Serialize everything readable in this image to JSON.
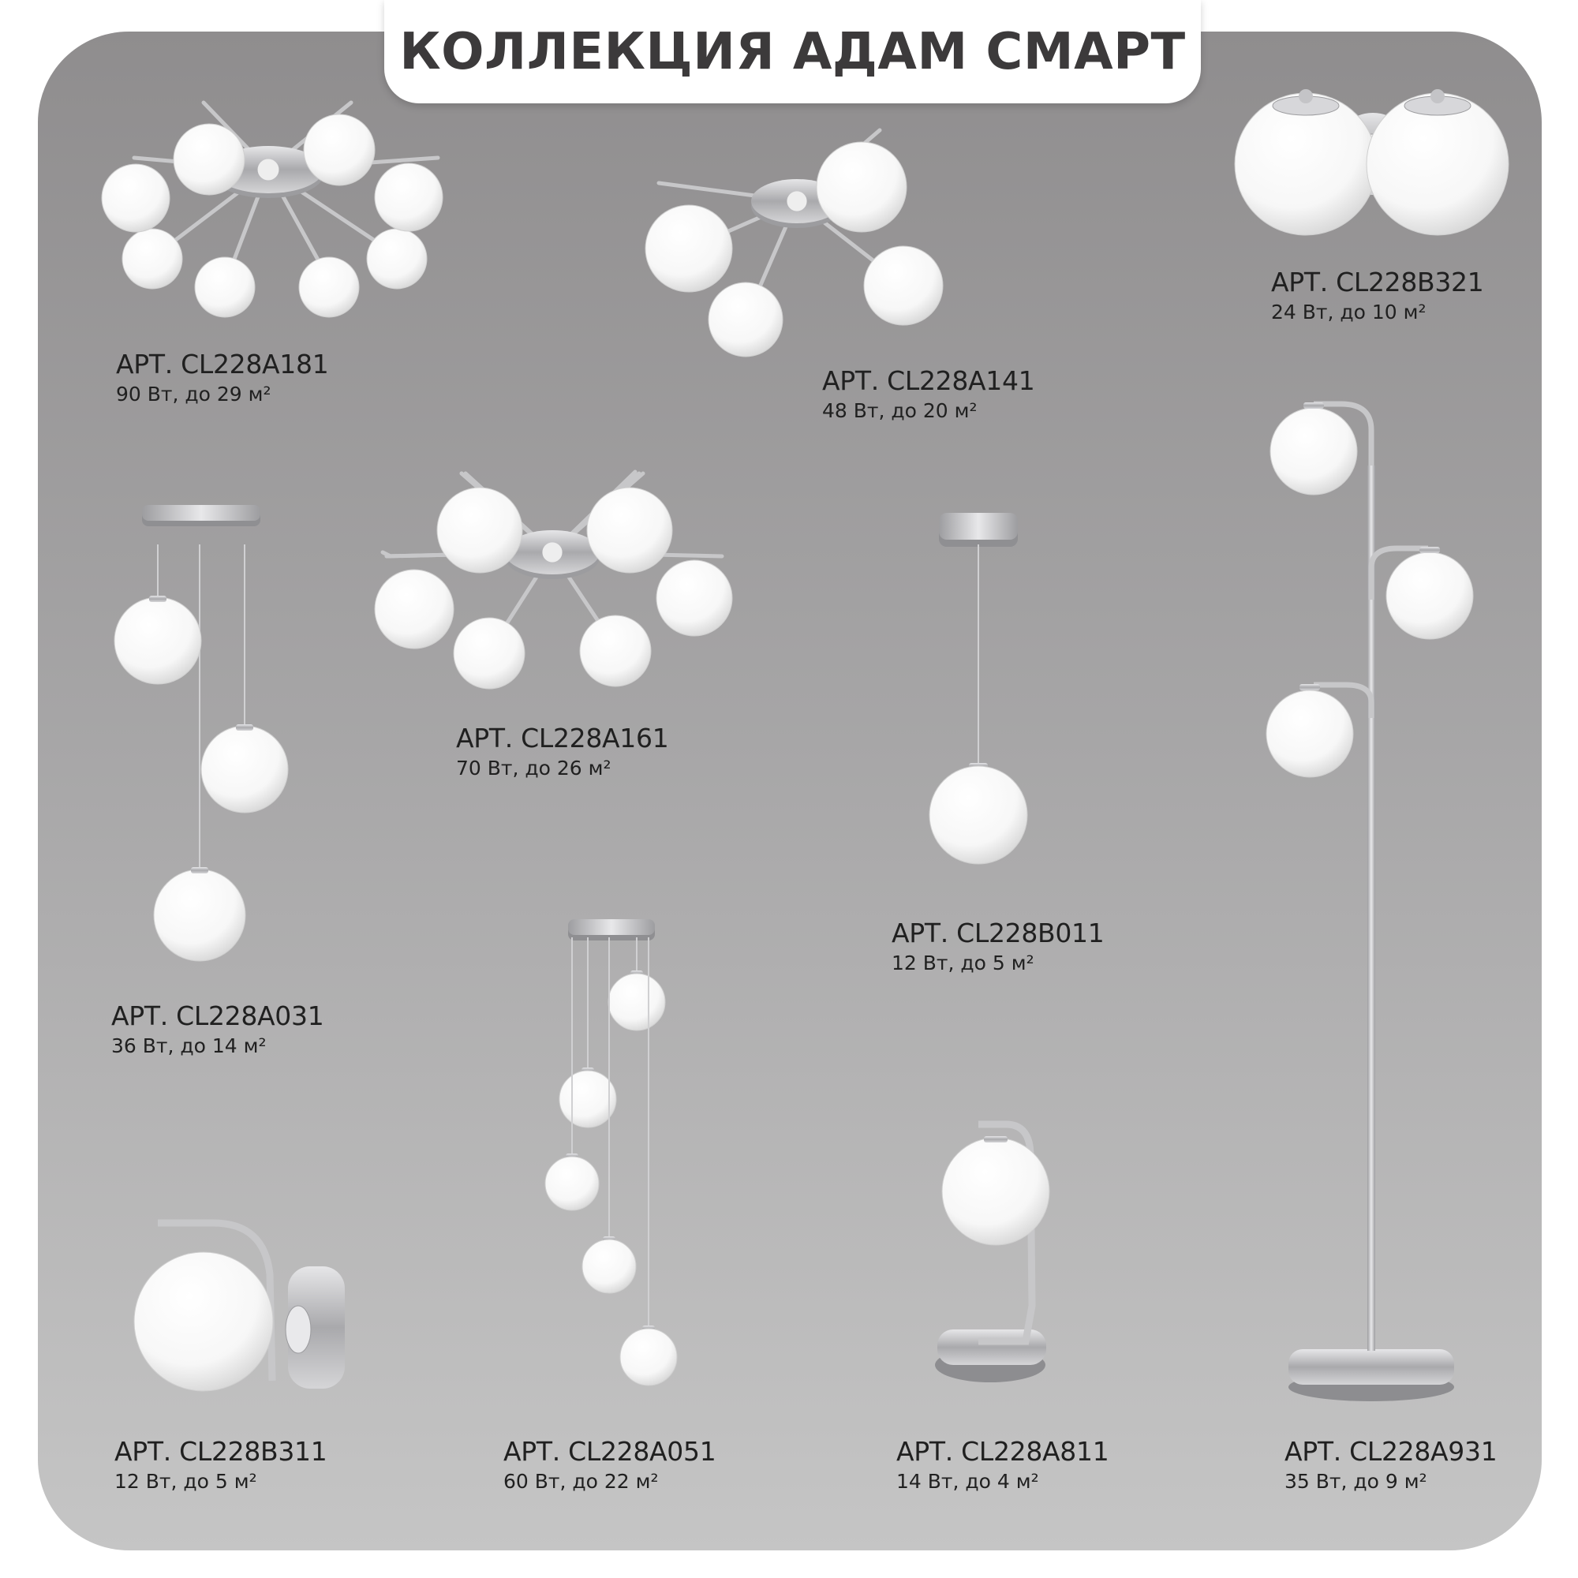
{
  "page": {
    "title": "КОЛЛЕКЦИЯ АДАМ СМАРТ",
    "colors": {
      "background_top": "#8f8d8e",
      "background_bottom": "#c5c5c5",
      "title_box": "#ffffff",
      "title_text": "#3c3a3b",
      "label_text": "#202020",
      "glass_shade": "#ffffff",
      "metal": "#b9b9bb"
    }
  },
  "products": [
    {
      "art": "АРТ. CL228A181",
      "spec": "90 Вт, до 29 м²",
      "type": "ceiling chandelier, 8 shades",
      "icon": "ceiling-chandelier-8-icon"
    },
    {
      "art": "АРТ. CL228A141",
      "spec": "48 Вт, до 20 м²",
      "type": "ceiling chandelier, 4 shades",
      "icon": "ceiling-chandelier-4-icon"
    },
    {
      "art": "АРТ. CL228B321",
      "spec": "24 Вт, до 10 м²",
      "type": "wall sconce, 2 shades",
      "icon": "wall-sconce-double-icon"
    },
    {
      "art": "АРТ. CL228A031",
      "spec": "36 Вт, до 14 м²",
      "type": "cascade pendant, 3 shades",
      "icon": "cascade-pendant-3-icon"
    },
    {
      "art": "АРТ. CL228A161",
      "spec": "70 Вт, до 26 м²",
      "type": "ceiling chandelier, 6 shades",
      "icon": "ceiling-chandelier-6-icon"
    },
    {
      "art": "АРТ. CL228B011",
      "spec": "12 Вт, до 5 м²",
      "type": "pendant, 1 shade",
      "icon": "pendant-single-icon"
    },
    {
      "art": "АРТ. CL228A931",
      "spec": "35 Вт, до 9 м²",
      "type": "floor lamp, 3 shades",
      "icon": "floor-lamp-3-icon"
    },
    {
      "art": "АРТ. CL228A051",
      "spec": "60 Вт, до 22 м²",
      "type": "cascade pendant, 5 shades",
      "icon": "cascade-pendant-5-icon"
    },
    {
      "art": "АРТ. CL228B311",
      "spec": "12 Вт, до 5 м²",
      "type": "wall sconce, 1 shade",
      "icon": "wall-sconce-single-icon"
    },
    {
      "art": "АРТ. CL228A811",
      "spec": "14 Вт, до 4 м²",
      "type": "table lamp, 1 shade",
      "icon": "table-lamp-icon"
    }
  ]
}
